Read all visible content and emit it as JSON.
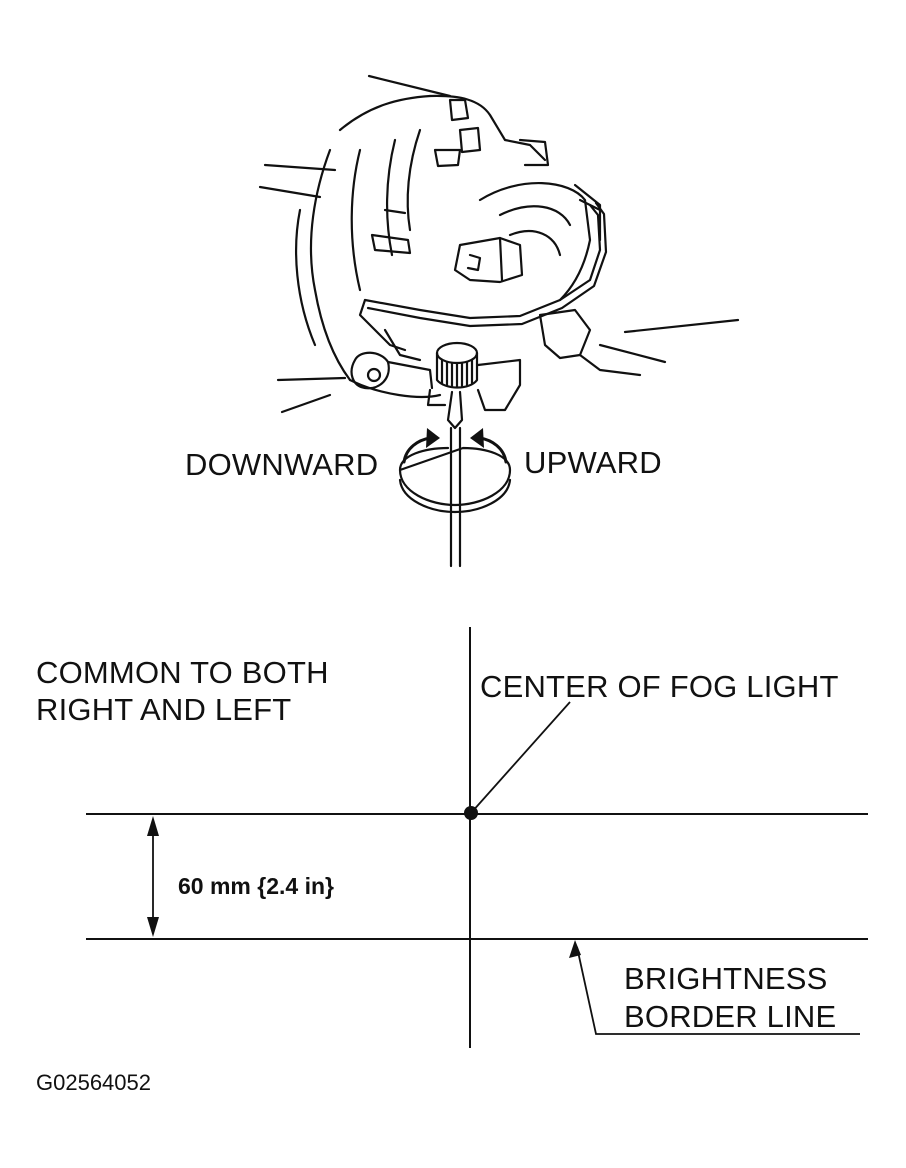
{
  "illustration": {
    "downward_label": "DOWNWARD",
    "upward_label": "UPWARD"
  },
  "aiming_chart": {
    "common_label_line1": "COMMON TO BOTH",
    "common_label_line2": "RIGHT AND LEFT",
    "center_label": "CENTER OF FOG LIGHT",
    "dimension_label": "60 mm {2.4 in}",
    "border_label_line1": "BRIGHTNESS",
    "border_label_line2": "BORDER LINE"
  },
  "figure_code": "G02564052"
}
